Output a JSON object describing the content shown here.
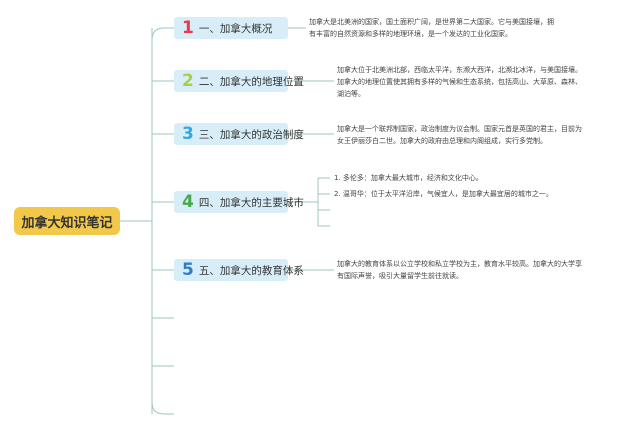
{
  "root_title": "加拿大知识笔记",
  "colors": {
    "root_bg": "#f2c84b",
    "node_bg": "#d7eef9",
    "line": "#9ccab0",
    "num1": "#e83a4a",
    "num2": "#a8cf45",
    "num3": "#33a8df",
    "num4": "#4aa84a",
    "num5": "#2e7ec2"
  },
  "sections": [
    {
      "num": "1",
      "label": "一、加拿大概况",
      "desc_lines": [
        "加拿大是北美洲的国家，国土面积广阔，是世界第二大国家。它与美国接壤，拥",
        "有丰富的自然资源和多样的地理环境，是一个发达的工业化国家。"
      ]
    },
    {
      "num": "2",
      "label": "二、加拿大的地理位置",
      "desc_lines": [
        "加拿大位于北美洲北部，西临太平洋，东濒大西洋，北濒北冰洋，与美国接壤。",
        "加拿大的地理位置使其拥有多样的气候和生态系统，包括高山、大草原、森林、",
        "湖泊等。"
      ]
    },
    {
      "num": "3",
      "label": "三、加拿大的政治制度",
      "desc_lines": [
        "加拿大是一个联邦制国家，政治制度为议会制。国家元首是英国的君主，目前为",
        "女王伊丽莎白二世。加拿大的政府由总理和内阁组成，实行多党制。"
      ]
    },
    {
      "num": "4",
      "label": "四、加拿大的主要城市",
      "subitems": [
        "1. 多伦多：加拿大最大城市，经济和文化中心。",
        "2. 温哥华：位于太平洋沿岸，气候宜人，是加拿大最宜居的城市之一。"
      ]
    },
    {
      "num": "5",
      "label": "五、加拿大的教育体系",
      "desc_lines": [
        "加拿大的教育体系以公立学校和私立学校为主，教育水平较高。加拿大的大学享",
        "有国际声誉，吸引大量留学生前往就读。"
      ]
    }
  ]
}
